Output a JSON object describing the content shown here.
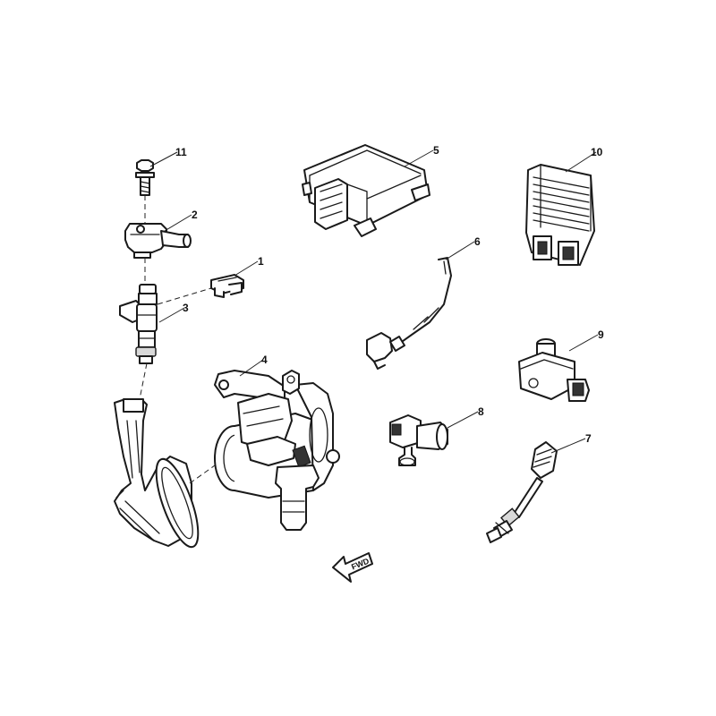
{
  "callouts": [
    {
      "label": "1"
    },
    {
      "label": "2"
    },
    {
      "label": "3"
    },
    {
      "label": "4"
    },
    {
      "label": "5"
    },
    {
      "label": "6"
    },
    {
      "label": "7"
    },
    {
      "label": "8"
    },
    {
      "label": "9"
    },
    {
      "label": "10"
    },
    {
      "label": "11"
    }
  ],
  "direction_marker": {
    "label": "FWD",
    "icon": "forward-arrow-icon"
  },
  "colors": {
    "line": "#1a1a1a",
    "background": "#ffffff"
  }
}
